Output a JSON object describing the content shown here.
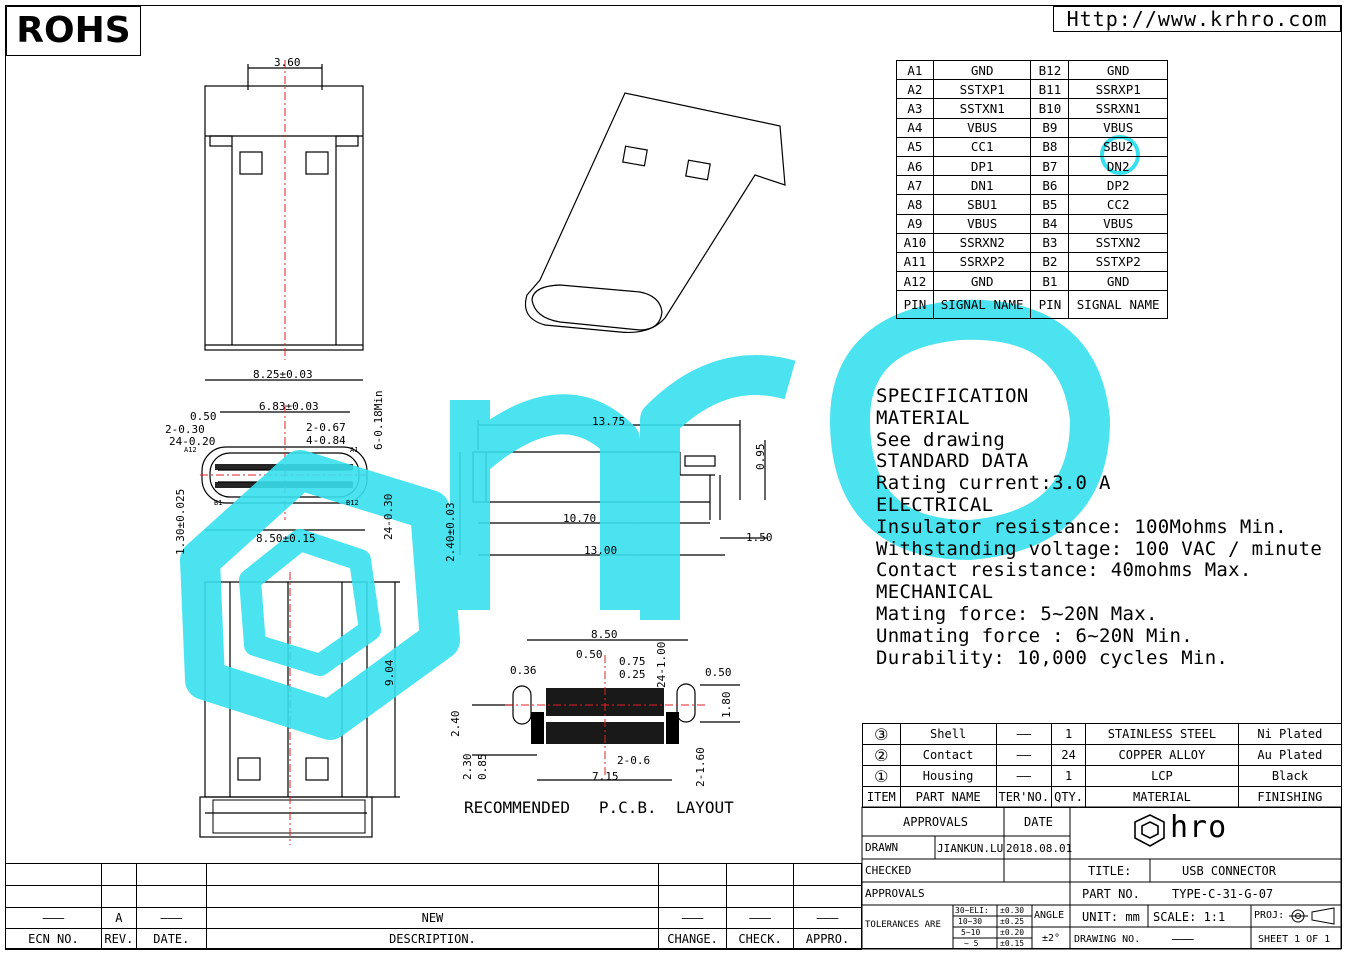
{
  "header": {
    "rohs": "ROHS",
    "url": "Http://www.krhro.com"
  },
  "pins": [
    [
      "A1",
      "GND",
      "B12",
      "GND"
    ],
    [
      "A2",
      "SSTXP1",
      "B11",
      "SSRXP1"
    ],
    [
      "A3",
      "SSTXN1",
      "B10",
      "SSRXN1"
    ],
    [
      "A4",
      "VBUS",
      "B9",
      "VBUS"
    ],
    [
      "A5",
      "CC1",
      "B8",
      "SBU2"
    ],
    [
      "A6",
      "DP1",
      "B7",
      "DN2"
    ],
    [
      "A7",
      "DN1",
      "B6",
      "DP2"
    ],
    [
      "A8",
      "SBU1",
      "B5",
      "CC2"
    ],
    [
      "A9",
      "VBUS",
      "B4",
      "VBUS"
    ],
    [
      "A10",
      "SSRXN2",
      "B3",
      "SSTXN2"
    ],
    [
      "A11",
      "SSRXP2",
      "B2",
      "SSTXP2"
    ],
    [
      "A12",
      "GND",
      "B1",
      "GND"
    ]
  ],
  "pin_header": [
    "PIN",
    "SIGNAL NAME",
    "PIN",
    "SIGNAL NAME"
  ],
  "spec": [
    "SPECIFICATION",
    "MATERIAL",
    "See drawing",
    "STANDARD DATA",
    "Rating current:3.0 A",
    "ELECTRICAL",
    "Insulator resistance: 100Mohms Min.",
    "Withstanding voltage: 100 VAC / minute",
    "Contact resistance: 40mohms Max.",
    "MECHANICAL",
    "Mating force: 5~20N Max.",
    "Unmating force : 6~20N Min.",
    "Durability: 10,000 cycles Min."
  ],
  "dims": {
    "d360": "3.60",
    "d825": "8.25±0.03",
    "d683": "6.83±0.03",
    "d050a": "0.50",
    "d2030": "2-0.30",
    "d2420": "24-0.20",
    "d2067": "2-0.67",
    "d484": "4-0.84",
    "d618": "6-0.18Min",
    "dA12": "A12",
    "dB1": "B1",
    "dB12": "B12",
    "dA1": "A1",
    "d130": "1.30±0.025",
    "d850a": "8.50±0.15",
    "d2430": "24-0.30",
    "d1375": "13.75",
    "d095": "0.95",
    "d1070": "10.70",
    "d240a": "2.40±0.03",
    "d150": "1.50",
    "d1300": "13.00",
    "d904": "9.04",
    "d850b": "8.50",
    "d050b": "0.50",
    "d036": "0.36",
    "d075": "0.75",
    "d025": "0.25",
    "d24100": "24-1.00",
    "d050c": "0.50",
    "d180": "1.80",
    "d240b": "2.40",
    "d230": "2.30",
    "d085": "0.85",
    "d206": "2-0.6",
    "d2160": "2-1.60",
    "d715": "7.15",
    "pcb": "RECOMMENDED   P.C.B.  LAYOUT"
  },
  "bom": [
    {
      "no": "3",
      "part": "Shell",
      "ter": "——",
      "qty": "1",
      "material": "STAINLESS STEEL",
      "finish": "Ni Plated"
    },
    {
      "no": "2",
      "part": "Contact",
      "ter": "——",
      "qty": "24",
      "material": "COPPER ALLOY",
      "finish": "Au Plated"
    },
    {
      "no": "1",
      "part": "Housing",
      "ter": "——",
      "qty": "1",
      "material": "LCP",
      "finish": "Black"
    }
  ],
  "bom_header": {
    "item": "ITEM",
    "part": "PART NAME",
    "ter": "TER'NO.",
    "qty": "QTY.",
    "material": "MATERIAL",
    "finish": "FINISHING"
  },
  "titleblock": {
    "approvals": "APPROVALS",
    "date": "DATE",
    "drawn": "DRAWN",
    "drawn_name": "JIANKUN.LU",
    "drawn_date": "2018.08.01",
    "checked": "CHECKED",
    "approvals2": "APPROVALS",
    "title_label": "TITLE:",
    "title": "USB  CONNECTOR",
    "part_label": "PART  NO.",
    "part": "TYPE-C-31-G-07",
    "tol_label": "TOLERANCES  ARE",
    "tol": [
      [
        "30~ELI:",
        "±0.30"
      ],
      [
        "10~30",
        "±0.25"
      ],
      [
        "5~10",
        "±0.20"
      ],
      [
        "~ 5",
        "±0.15"
      ]
    ],
    "angle": "ANGLE",
    "angle_val": "±2°",
    "unit": "UNIT:  mm",
    "scale": "SCALE:   1:1",
    "proj": "PROJ:",
    "drawing_no": "DRAWING  NO.",
    "drawing_no_val": "———",
    "sheet": "SHEET   1  OF  1",
    "logo": "hro"
  },
  "revisions": {
    "row": {
      "ecn": "———",
      "rev": "A",
      "date": "———",
      "desc": "NEW",
      "change": "———",
      "check": "———",
      "appro": "———"
    },
    "header": {
      "ecn": "ECN NO.",
      "rev": "REV.",
      "date": "DATE.",
      "desc": "DESCRIPTION.",
      "change": "CHANGE.",
      "check": "CHECK.",
      "appro": "APPRO."
    }
  },
  "colors": {
    "watermark": "#37e0ee",
    "red": "#e02020"
  }
}
